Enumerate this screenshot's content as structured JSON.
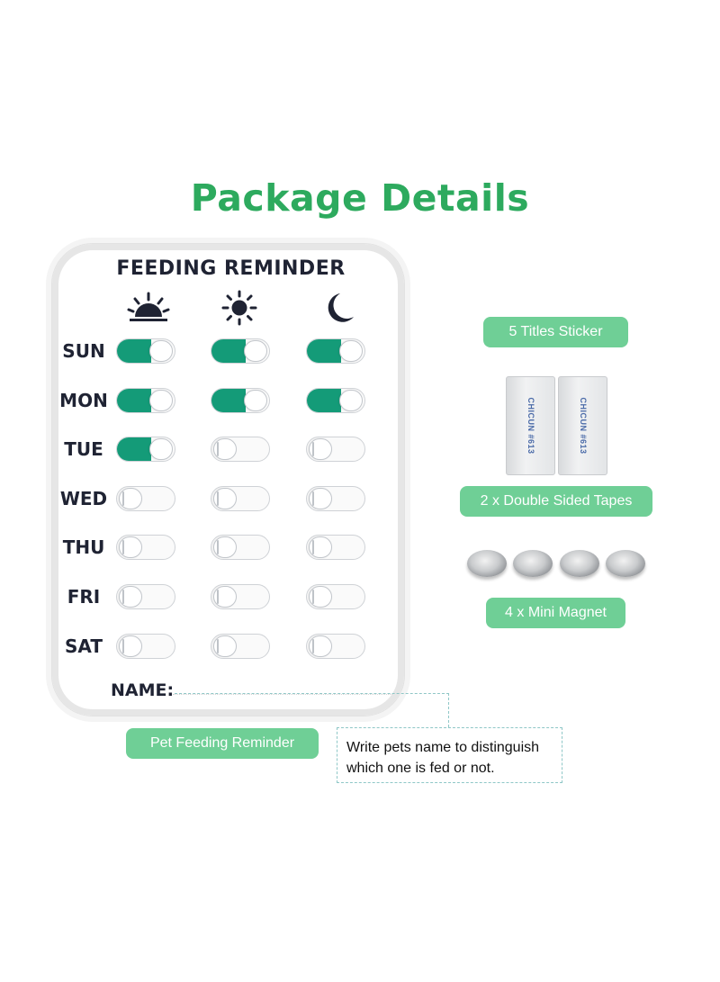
{
  "title": "Package Details",
  "colors": {
    "title": "#2daa5e",
    "pill": "#6fcf96",
    "slider_on": "#149b78"
  },
  "board": {
    "title": "FEEDING REMINDER",
    "icons": [
      "sunrise-icon",
      "sun-icon",
      "moon-icon"
    ],
    "days": [
      {
        "label": "SUN",
        "states": [
          true,
          true,
          true
        ]
      },
      {
        "label": "MON",
        "states": [
          true,
          true,
          true
        ]
      },
      {
        "label": "TUE",
        "states": [
          true,
          false,
          false
        ]
      },
      {
        "label": "WED",
        "states": [
          false,
          false,
          false
        ]
      },
      {
        "label": "THU",
        "states": [
          false,
          false,
          false
        ]
      },
      {
        "label": "FRI",
        "states": [
          false,
          false,
          false
        ]
      },
      {
        "label": "SAT",
        "states": [
          false,
          false,
          false
        ]
      }
    ],
    "name_label": "NAME:"
  },
  "labels": {
    "stickers": "5 Titles Sticker",
    "tapes": "2 x Double Sided Tapes",
    "magnets": "4 x Mini Magnet",
    "reminder": "Pet Feeding Reminder"
  },
  "note": {
    "line1": "Write pets name to distinguish",
    "line2": "which one is fed or not."
  },
  "tape_print": "CHICUN #613",
  "magnet_count": 4
}
